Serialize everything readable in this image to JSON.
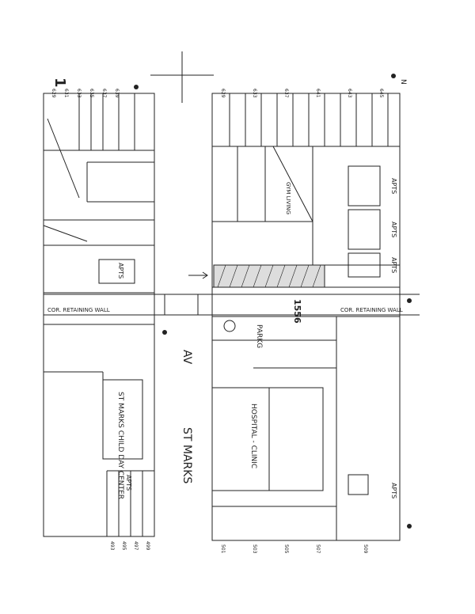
{
  "sheet_number": "1",
  "street_name": "ST MARKS",
  "street_type": "AV",
  "cross_street_label": "COR. RETAINING WALL",
  "lot_number": "1556",
  "apartments_label": "APTS",
  "clinic_label": "HOSPITAL - CLINIC",
  "day_center_label": "ST MARKS CHILD DAY CENTER",
  "park_label": "PARKG",
  "living_label": "GYM LIVING",
  "compass": "N",
  "house_numbers_top": [
    "629",
    "631",
    "633",
    "635",
    "637",
    "639",
    "641",
    "643",
    "645"
  ],
  "house_numbers_bottom": [
    "493",
    "495",
    "497",
    "499",
    "501",
    "503",
    "505",
    "507",
    "509"
  ],
  "colors": {
    "ink": "#222222",
    "paper": "#ffffff"
  }
}
